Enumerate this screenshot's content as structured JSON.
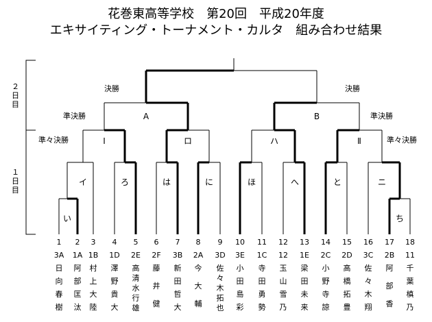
{
  "title": {
    "line1": "花巻東高等学校　第20回　平成20年度",
    "line2": "エキサイティング・トーナメント・カルタ　組み合わせ結果"
  },
  "day_labels": [
    "２日目",
    "１日目"
  ],
  "round_labels": {
    "final_left": "決勝",
    "final_right": "決勝",
    "semi_left": "準決勝",
    "semi_right": "準決勝",
    "quarter_left": "準々決勝",
    "quarter_right": "準々決勝"
  },
  "block_labels": [
    "A",
    "B"
  ],
  "group_labels": [
    "Ⅰ",
    "ロ",
    "ハ",
    "Ⅱ"
  ],
  "match_labels": [
    "イ",
    "ろ",
    "は",
    "に",
    "ほ",
    "へ",
    "と",
    "ニ"
  ],
  "prelim_labels": [
    "い",
    "ち"
  ],
  "entrants": [
    {
      "num": "1",
      "cls": "3A",
      "name": [
        "日",
        "向",
        "春",
        "樹"
      ]
    },
    {
      "num": "2",
      "cls": "1A",
      "name": [
        "阿",
        "部",
        "匡",
        "汰"
      ]
    },
    {
      "num": "3",
      "cls": "1B",
      "name": [
        "村",
        "上",
        "大",
        "陸"
      ]
    },
    {
      "num": "4",
      "cls": "1D",
      "name": [
        "澤",
        "野",
        "貴",
        "大"
      ]
    },
    {
      "num": "5",
      "cls": "2E",
      "name": [
        "高",
        "清",
        "水",
        "行",
        "雄"
      ]
    },
    {
      "num": "6",
      "cls": "2F",
      "name": [
        "藤",
        "井",
        "健"
      ]
    },
    {
      "num": "7",
      "cls": "3B",
      "name": [
        "新",
        "田",
        "哲",
        "大"
      ]
    },
    {
      "num": "8",
      "cls": "2A",
      "name": [
        "今",
        "大",
        "輔"
      ]
    },
    {
      "num": "9",
      "cls": "3D",
      "name": [
        "佐",
        "々",
        "木",
        "拓",
        "也"
      ]
    },
    {
      "num": "10",
      "cls": "3E",
      "name": [
        "小",
        "田",
        "島",
        "彩"
      ]
    },
    {
      "num": "11",
      "cls": "1C",
      "name": [
        "寺",
        "田",
        "勇",
        "勢"
      ]
    },
    {
      "num": "12",
      "cls": "12",
      "name": [
        "玉",
        "山",
        "雪",
        "乃"
      ]
    },
    {
      "num": "13",
      "cls": "1E",
      "name": [
        "梁",
        "田",
        "未",
        "来"
      ]
    },
    {
      "num": "14",
      "cls": "2C",
      "name": [
        "小",
        "野",
        "寺",
        "諒"
      ]
    },
    {
      "num": "15",
      "cls": "2D",
      "name": [
        "高",
        "橋",
        "拓",
        "豊"
      ]
    },
    {
      "num": "16",
      "cls": "3C",
      "name": [
        "佐",
        "々",
        "木",
        "翔"
      ]
    },
    {
      "num": "17",
      "cls": "2B",
      "name": [
        "阿",
        "部",
        "香"
      ]
    },
    {
      "num": "18",
      "cls": "11",
      "name": [
        "千",
        "葉",
        "槙",
        "乃"
      ]
    }
  ]
}
